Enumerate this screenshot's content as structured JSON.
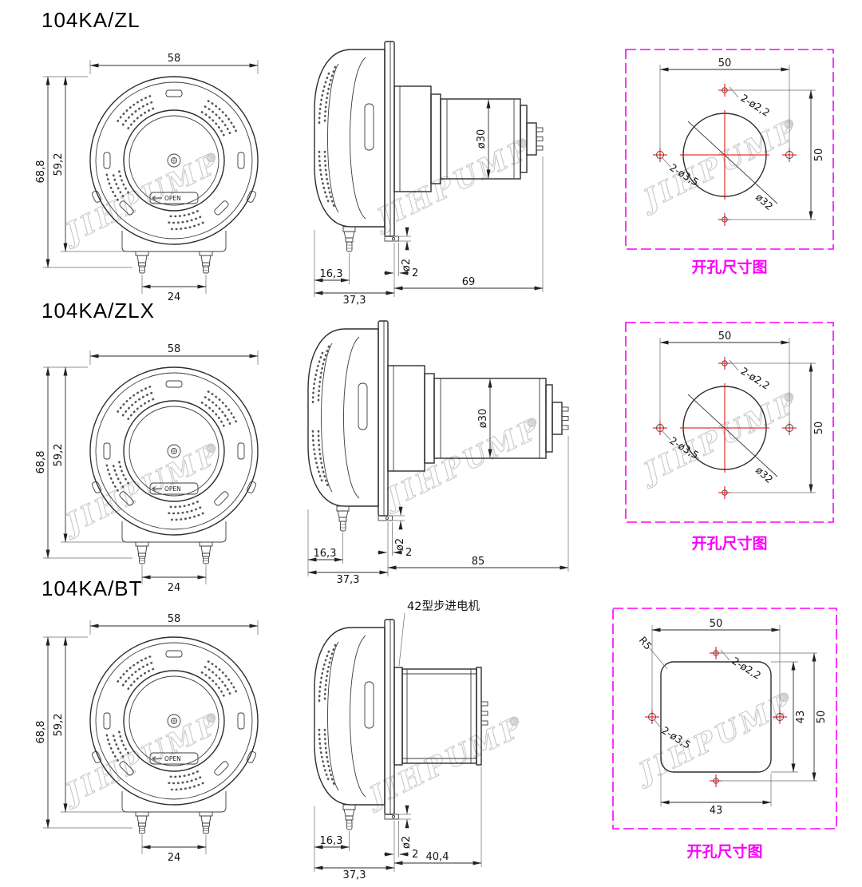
{
  "watermark": {
    "text": "JIHPUMP",
    "reg": "®"
  },
  "pump_face": {
    "open_label": "OPEN"
  },
  "colors": {
    "magenta": "#fb00fb",
    "red": "#e60000",
    "line": "#2e2e2e",
    "watermark": "#c9c9c9"
  },
  "sections": [
    {
      "title": "104KA/ZL",
      "front": {
        "width": "58",
        "overall_height": "68,8",
        "body_height": "59,2",
        "port_spacing": "24"
      },
      "side": {
        "port_offset": "16,3",
        "head_depth": "37,3",
        "motor_length": "69",
        "motor_diameter": "ø30",
        "port_diameter": "ø2",
        "plate_thickness": "2"
      },
      "hole": {
        "caption": "开孔尺寸图",
        "h_spacing": "50",
        "v_spacing": "50",
        "small_holes": "2-ø2,2",
        "large_holes": "2-ø3,5",
        "bore": "ø32"
      }
    },
    {
      "title": "104KA/ZLX",
      "front": {
        "width": "58",
        "overall_height": "68,8",
        "body_height": "59,2",
        "port_spacing": "24"
      },
      "side": {
        "port_offset": "16,3",
        "head_depth": "37,3",
        "motor_length": "85",
        "motor_diameter": "ø30",
        "port_diameter": "ø2",
        "plate_thickness": "2"
      },
      "hole": {
        "caption": "开孔尺寸图",
        "h_spacing": "50",
        "v_spacing": "50",
        "small_holes": "2-ø2,2",
        "large_holes": "2-ø3,5",
        "bore": "ø32"
      }
    },
    {
      "title": "104KA/BT",
      "front": {
        "width": "58",
        "overall_height": "68,8",
        "body_height": "59,2",
        "port_spacing": "24"
      },
      "side": {
        "port_offset": "16,3",
        "head_depth": "37,3",
        "motor_length": "40,4",
        "motor_label": "42型步进电机",
        "port_diameter": "ø2",
        "plate_thickness": "2"
      },
      "hole": {
        "caption": "开孔尺寸图",
        "h_spacing": "50",
        "v_spacing": "50",
        "cut_width": "43",
        "cut_height": "43",
        "corner_radius": "R5",
        "small_holes": "2-ø2,2",
        "large_holes": "2-ø3,5"
      }
    }
  ]
}
